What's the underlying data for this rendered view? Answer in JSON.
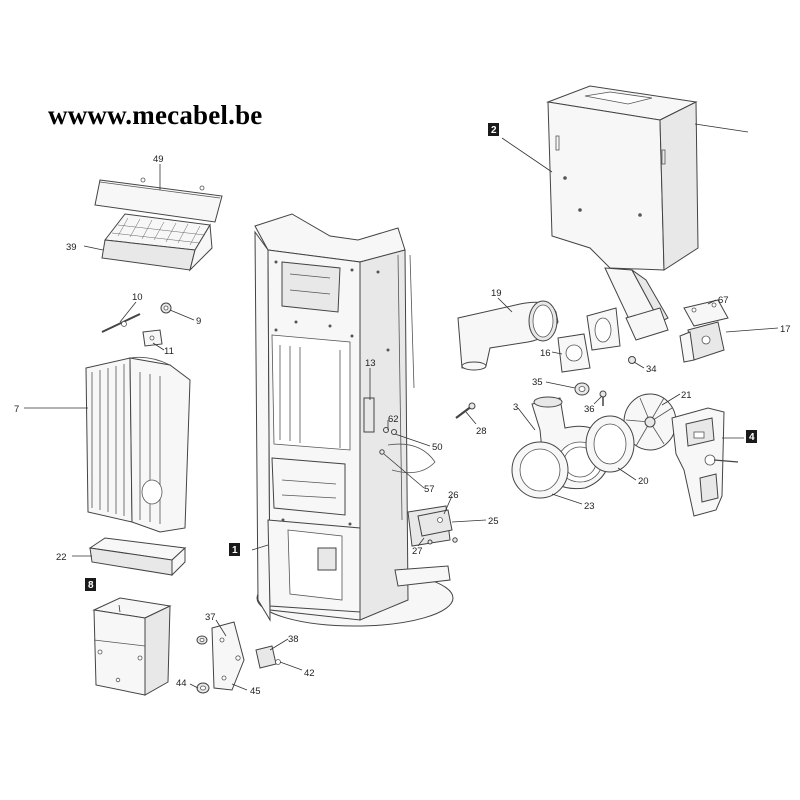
{
  "header": {
    "site_title": "wwww.mecabel.be"
  },
  "callouts": [
    "49",
    "39",
    "10",
    "9",
    "11",
    "7",
    "22",
    "44",
    "37",
    "45",
    "38",
    "42",
    "13",
    "62",
    "50",
    "57",
    "28",
    "26",
    "25",
    "27",
    "19",
    "16",
    "35",
    "36",
    "3",
    "21",
    "23",
    "20",
    "67",
    "17",
    "34"
  ],
  "assembly_labels": [
    "1",
    "2",
    "4",
    "8"
  ]
}
